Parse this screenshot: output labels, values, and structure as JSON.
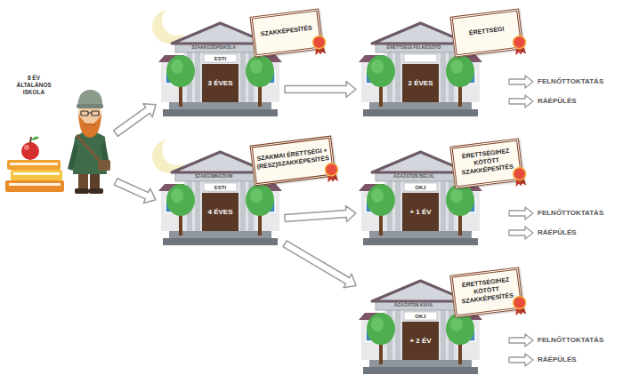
{
  "diagram": {
    "nodes": [
      {
        "text": [
          "8 ÉV ÁLTALÁNOS ISKOLA"
        ]
      },
      {
        "text": [
          "SZAKKÖZÉPISKOLA",
          "ESTI",
          "3 ÉVES"
        ]
      },
      {
        "text": [
          "SZAKKÉPESÍTÉS"
        ]
      },
      {
        "text": [
          "ÉRETTSÉGI FELKÉSZÍTŐ",
          "2 ÉVES"
        ]
      },
      {
        "text": [
          "ÉRETTSÉGI"
        ]
      },
      {
        "text": [
          "SZAKGIMNÁZIUM",
          "ESTI",
          "4 ÉVES"
        ]
      },
      {
        "text": [
          "SZAKMAI ÉRETTSÉGI + (RÉSZ)SZAKKÉPESÍTÉS"
        ]
      },
      {
        "text": [
          "ÁGAZATON BELÜL",
          "OKJ",
          "+ 1 ÉV"
        ]
      },
      {
        "text": [
          "ÉRETTSÉGIHEZ KÖTÖTT SZAKKÉPESÍTÉS"
        ]
      },
      {
        "text": [
          "ÁGAZATON KÍVÜL",
          "OKJ",
          "+ 2 ÉV"
        ]
      },
      {
        "text": [
          "ÉRETTSÉGIHEZ KÖTÖTT SZAKKÉPESÍTÉS"
        ]
      }
    ],
    "edges": [
      {
        "from": 0,
        "to": 1,
        "arrow": "to"
      },
      {
        "from": 0,
        "to": 5,
        "arrow": "to"
      },
      {
        "from": 1,
        "to": 3,
        "arrow": "to"
      },
      {
        "from": 5,
        "to": 7,
        "arrow": "to"
      },
      {
        "from": 5,
        "to": 9,
        "arrow": "to"
      }
    ],
    "labels": [
      "FELNŐTTOKTATÁS",
      "RÁÉPÜLÉS",
      "FELNŐTTOKTATÁS",
      "RÁÉPÜLÉS",
      "FELNŐTTOKTATÁS",
      "RÁÉPÜLÉS"
    ]
  }
}
